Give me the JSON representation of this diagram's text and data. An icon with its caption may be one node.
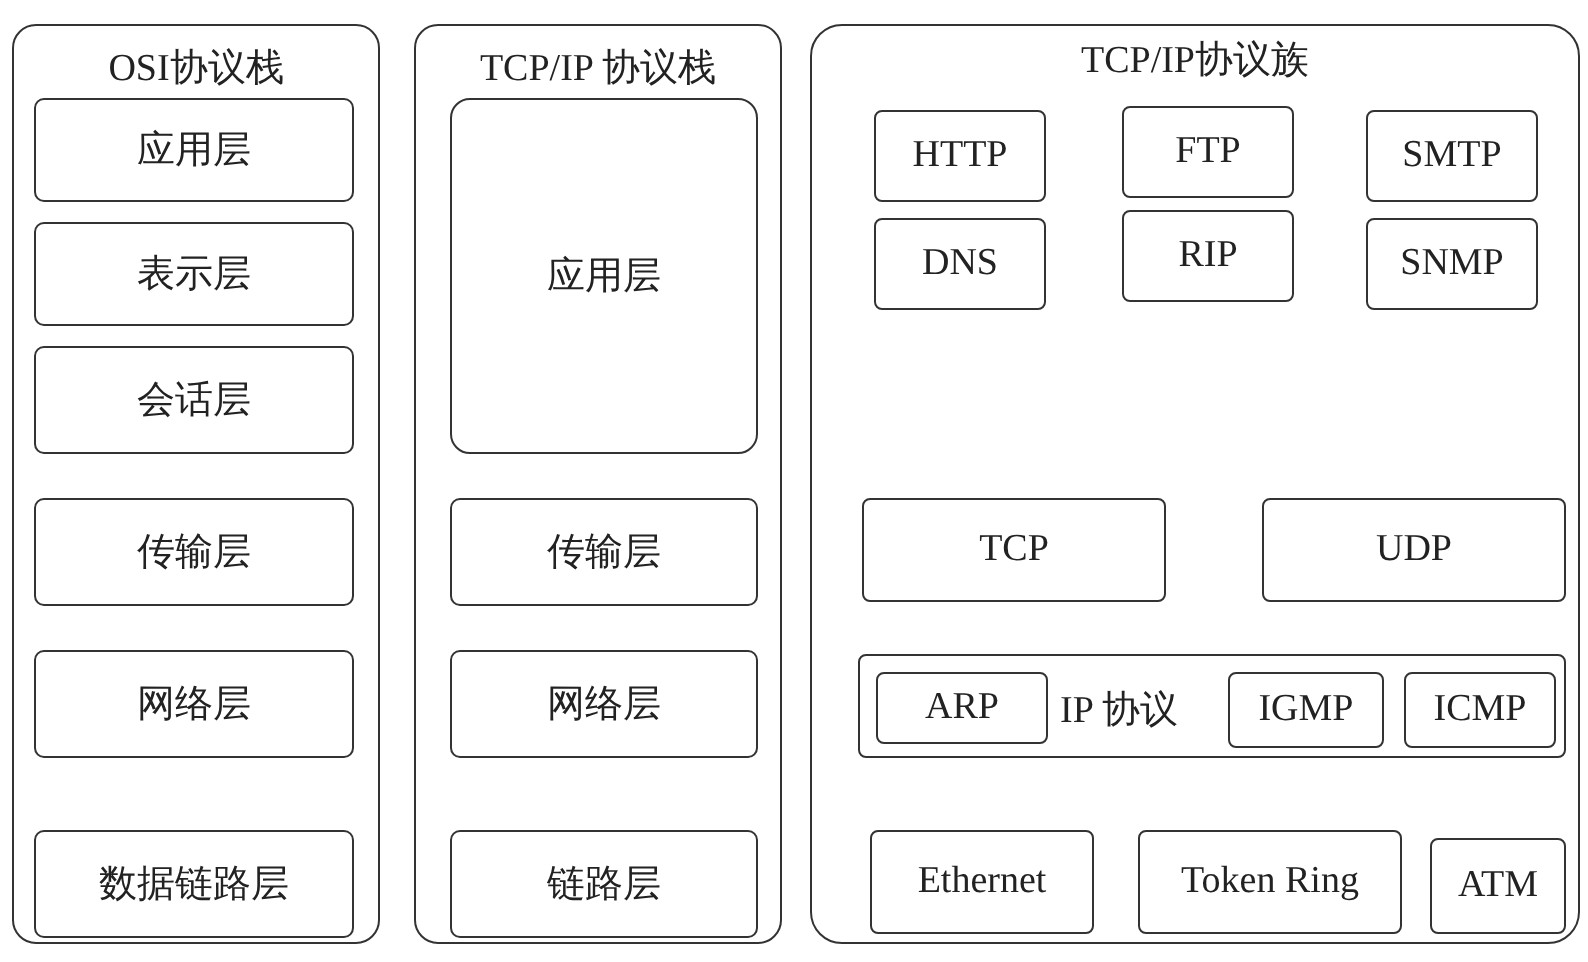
{
  "diagram": {
    "nodes": [
      {
        "text": [
          "OSI协议栈"
        ]
      },
      {
        "text": [
          "应用层"
        ],
        "in": 0
      },
      {
        "text": [
          "表示层"
        ],
        "in": 0
      },
      {
        "text": [
          "会话层"
        ],
        "in": 0
      },
      {
        "text": [
          "传输层"
        ],
        "in": 0
      },
      {
        "text": [
          "网络层"
        ],
        "in": 0
      },
      {
        "text": [
          "数据链路层"
        ],
        "in": 0
      },
      {
        "text": [
          "TCP/IP 协议栈"
        ]
      },
      {
        "text": [
          "应用层"
        ],
        "in": 7
      },
      {
        "text": [
          "传输层"
        ],
        "in": 7
      },
      {
        "text": [
          "网络层"
        ],
        "in": 7
      },
      {
        "text": [
          "链路层"
        ],
        "in": 7
      },
      {
        "text": [
          "TCP/IP协议族"
        ]
      },
      {
        "text": [
          "HTTP"
        ],
        "in": 12
      },
      {
        "text": [
          "FTP"
        ],
        "in": 12
      },
      {
        "text": [
          "SMTP"
        ],
        "in": 12
      },
      {
        "text": [
          "DNS"
        ],
        "in": 12
      },
      {
        "text": [
          "RIP"
        ],
        "in": 12
      },
      {
        "text": [
          "SNMP"
        ],
        "in": 12
      },
      {
        "text": [
          "TCP"
        ],
        "in": 12
      },
      {
        "text": [
          "UDP"
        ],
        "in": 12
      },
      {
        "text": [
          "IP 协议"
        ],
        "in": 12
      },
      {
        "text": [
          "ARP"
        ],
        "in": 21
      },
      {
        "text": [
          "IGMP"
        ],
        "in": 21
      },
      {
        "text": [
          "ICMP"
        ],
        "in": 21
      },
      {
        "text": [
          "Ethernet"
        ],
        "in": 12
      },
      {
        "text": [
          "Token Ring"
        ],
        "in": 12
      },
      {
        "text": [
          "ATM"
        ],
        "in": 12
      }
    ]
  }
}
